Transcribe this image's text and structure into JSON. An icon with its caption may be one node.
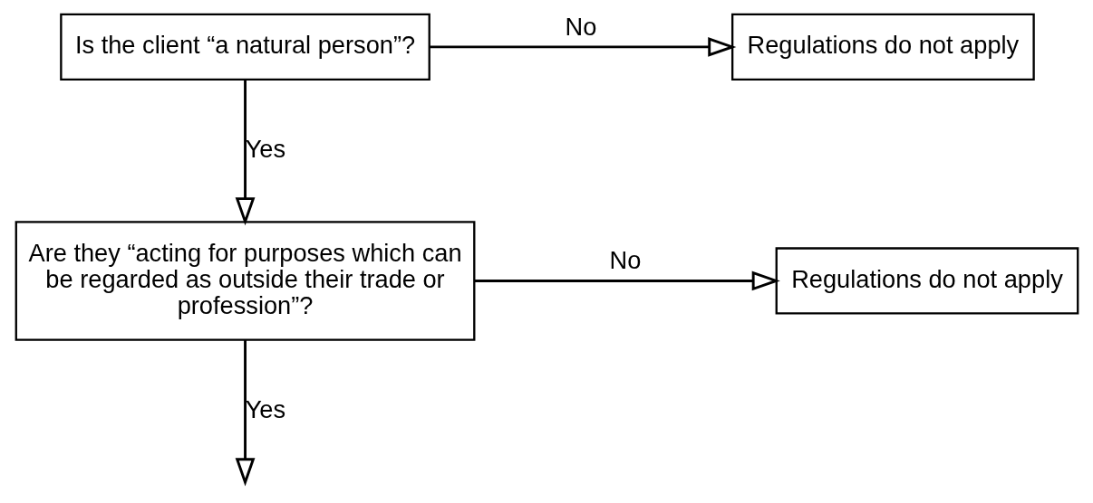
{
  "diagram": {
    "nodes": [
      {
        "text": [
          "Is the client “a natural person”?"
        ]
      },
      {
        "text": [
          "Regulations do not apply"
        ]
      },
      {
        "text": [
          "Are they “acting for purposes which can be regarded as outside their trade or profession”?"
        ]
      },
      {
        "text": [
          "Regulations do not apply"
        ]
      }
    ],
    "edges": [
      {
        "from": 0,
        "to": 1,
        "arrow": "to",
        "label": "No"
      },
      {
        "from": 0,
        "to": 2,
        "arrow": "to",
        "label": "Yes"
      },
      {
        "from": 2,
        "to": 3,
        "arrow": "to",
        "label": "No"
      },
      {
        "from": 2,
        "to": null,
        "arrow": "to",
        "label": "Yes"
      }
    ]
  }
}
